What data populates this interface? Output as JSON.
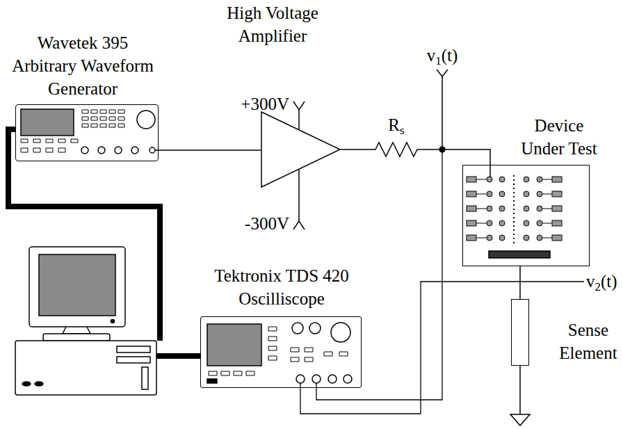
{
  "diagram": {
    "nodes": [
      {
        "text": [
          "Wavetek 395 Arbitrary Waveform Generator"
        ]
      },
      {
        "text": [
          "High Voltage Amplifier"
        ]
      },
      {
        "text": [
          "Device Under Test"
        ]
      },
      {
        "text": [
          "Tektronix TDS 420 Oscilliscope"
        ]
      },
      {
        "text": [
          "Sense Element"
        ]
      }
    ],
    "edges": [
      {
        "from": 0,
        "to": 1,
        "arrow": "none"
      },
      {
        "from": 1,
        "to": 2,
        "arrow": "none"
      },
      {
        "from": 2,
        "to": 4,
        "arrow": "none"
      }
    ],
    "labels": [
      "+300V",
      "-300V",
      "Rs",
      "v1(t)",
      "v2(t)"
    ]
  }
}
